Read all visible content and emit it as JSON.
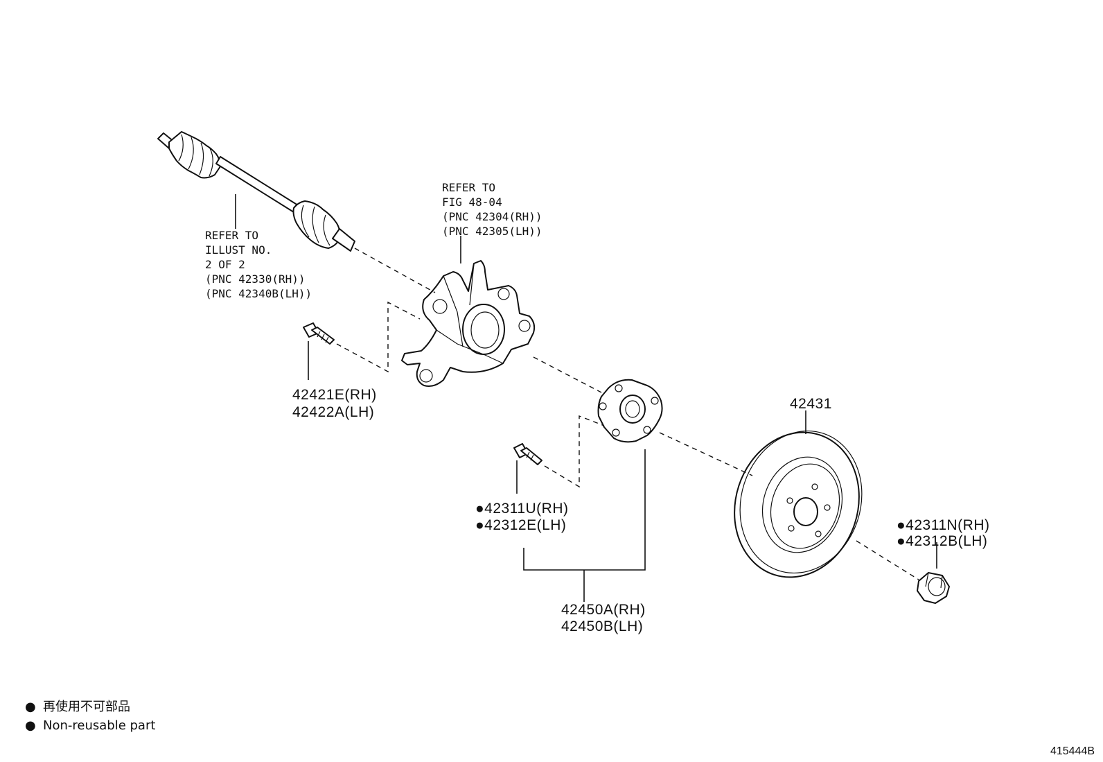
{
  "driveshaft_ref": {
    "lines": [
      "REFER TO",
      "ILLUST NO.",
      "2 OF 2",
      "(PNC 42330(RH))",
      "(PNC 42340B(LH))"
    ]
  },
  "knuckle_ref": {
    "lines": [
      "REFER TO",
      "FIG 48-04",
      "(PNC 42304(RH))",
      "(PNC 42305(LH))"
    ]
  },
  "parts": {
    "bolt": {
      "lines": [
        "42421E(RH)",
        "42422A(LH)"
      ]
    },
    "disc": {
      "lines": [
        "42431"
      ]
    },
    "hub_bolt": {
      "lines": [
        "●42311U(RH)",
        "●42312E(LH)"
      ]
    },
    "nut": {
      "lines": [
        "●42311N(RH)",
        "●42312B(LH)"
      ]
    },
    "hub_assembly": {
      "lines": [
        "42450A(RH)",
        "42450B(LH)"
      ]
    }
  },
  "legend": {
    "symbol": "●",
    "items": [
      "再使用不可部品",
      "Non-reusable part"
    ]
  },
  "figure_number": "415444B"
}
